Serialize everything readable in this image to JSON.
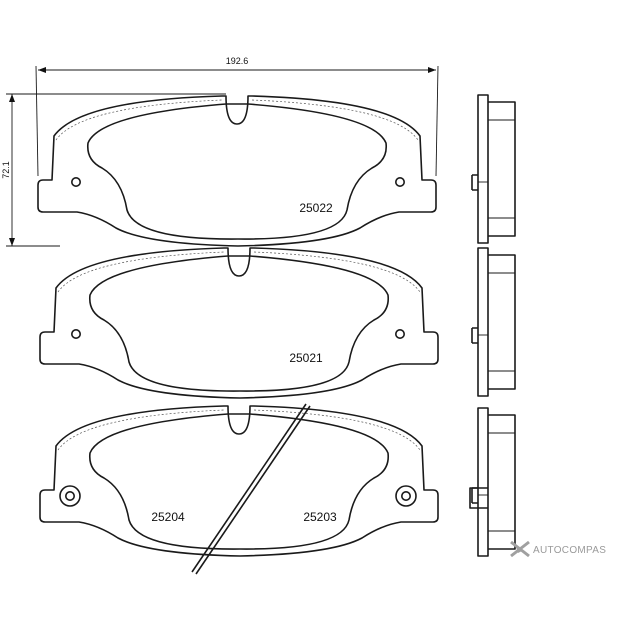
{
  "dimensions": {
    "width_label": "192.6",
    "height_label": "72.1"
  },
  "pads": [
    {
      "part_numbers": [
        "25022"
      ]
    },
    {
      "part_numbers": [
        "25021"
      ]
    },
    {
      "part_numbers": [
        "25204",
        "25203"
      ]
    }
  ],
  "watermark": {
    "text": "AUTOCOMPAS",
    "icon": "autocompas-logo-icon"
  }
}
